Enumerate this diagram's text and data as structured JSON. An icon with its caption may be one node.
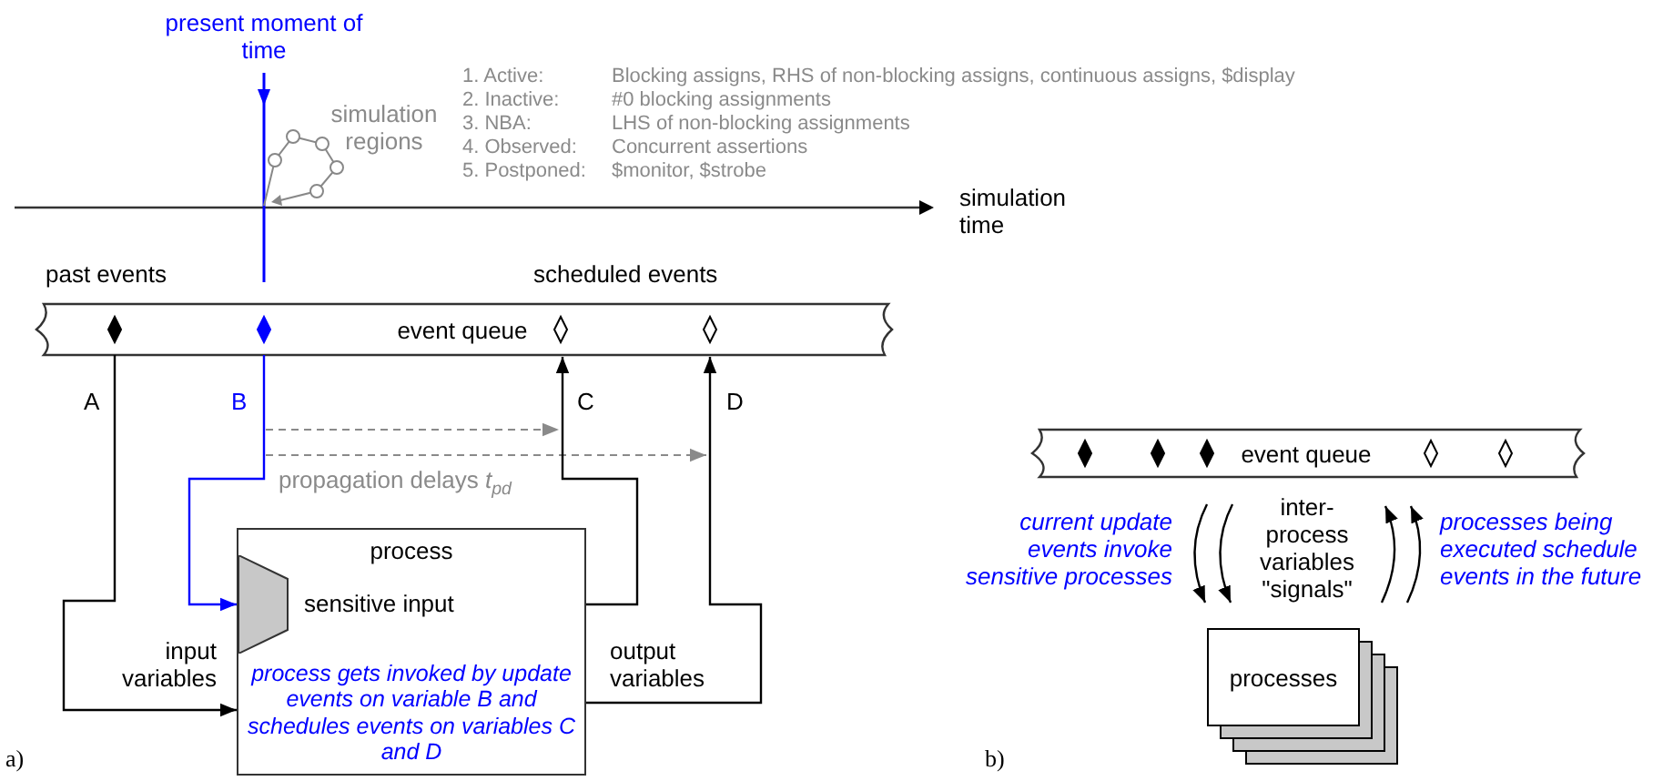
{
  "diagram": {
    "nodes": [
      {
        "text": [
          "event queue"
        ]
      },
      {
        "text": [
          "process",
          "process gets invoked by update events on variable B and schedules events on variables C and D"
        ]
      },
      {
        "text": [],
        "shape": "trapezoid",
        "in": 1,
        "beside": [
          "sensitive input"
        ]
      },
      {
        "text": [
          "event queue"
        ]
      },
      {
        "text": [
          "processes"
        ]
      }
    ],
    "edges": [
      {
        "from": 0,
        "to": 1,
        "arrow": "to",
        "label": "A"
      },
      {
        "from": 0,
        "to": 2,
        "arrow": "to",
        "label": "B",
        "color": "#0000ff"
      },
      {
        "from": 1,
        "to": 0,
        "arrow": "to",
        "label": "C"
      },
      {
        "from": 1,
        "to": 0,
        "arrow": "to",
        "label": "D"
      },
      {
        "from": 3,
        "to": 4,
        "arrow": "to"
      },
      {
        "from": 3,
        "to": 4,
        "arrow": "to"
      },
      {
        "from": 4,
        "to": 3,
        "arrow": "to"
      },
      {
        "from": 4,
        "to": 3,
        "arrow": "to"
      }
    ],
    "labels": [
      "present moment of time",
      "simulation regions",
      "1. Active:",
      "Blocking assigns, RHS of non-blocking assigns, continuous assigns, $display",
      "2. Inactive:",
      "#0 blocking assignments",
      "3. NBA:",
      "LHS of non-blocking assignments",
      "4. Observed:",
      "Concurrent assertions",
      "5. Postponed:",
      "$monitor, $strobe",
      "simulation time",
      "past events",
      "scheduled events",
      "propagation delays *t*$_{pd}$",
      "input variables",
      "output variables",
      "a)",
      "current update events invoke sensitive processes",
      "inter-process variables \"signals\"",
      "processes being executed schedule events in the future",
      "b)"
    ]
  }
}
